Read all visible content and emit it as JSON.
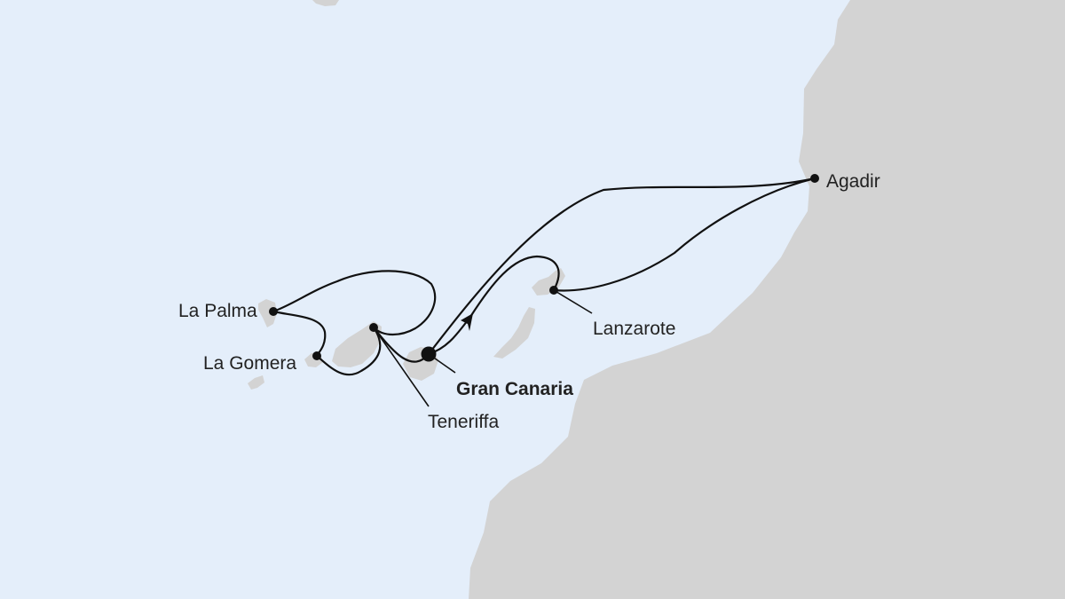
{
  "map": {
    "colors": {
      "sea": "#e4eefa",
      "land": "#d3d3d3",
      "route": "#111111",
      "text": "#222222"
    },
    "ports": [
      {
        "id": "agadir",
        "label": "Agadir",
        "emphasis": false
      },
      {
        "id": "la-palma",
        "label": "La Palma",
        "emphasis": false
      },
      {
        "id": "la-gomera",
        "label": "La Gomera",
        "emphasis": false
      },
      {
        "id": "lanzarote",
        "label": "Lanzarote",
        "emphasis": false
      },
      {
        "id": "gran-canaria",
        "label": "Gran Canaria",
        "emphasis": true
      },
      {
        "id": "teneriffa",
        "label": "Teneriffa",
        "emphasis": false
      }
    ]
  }
}
